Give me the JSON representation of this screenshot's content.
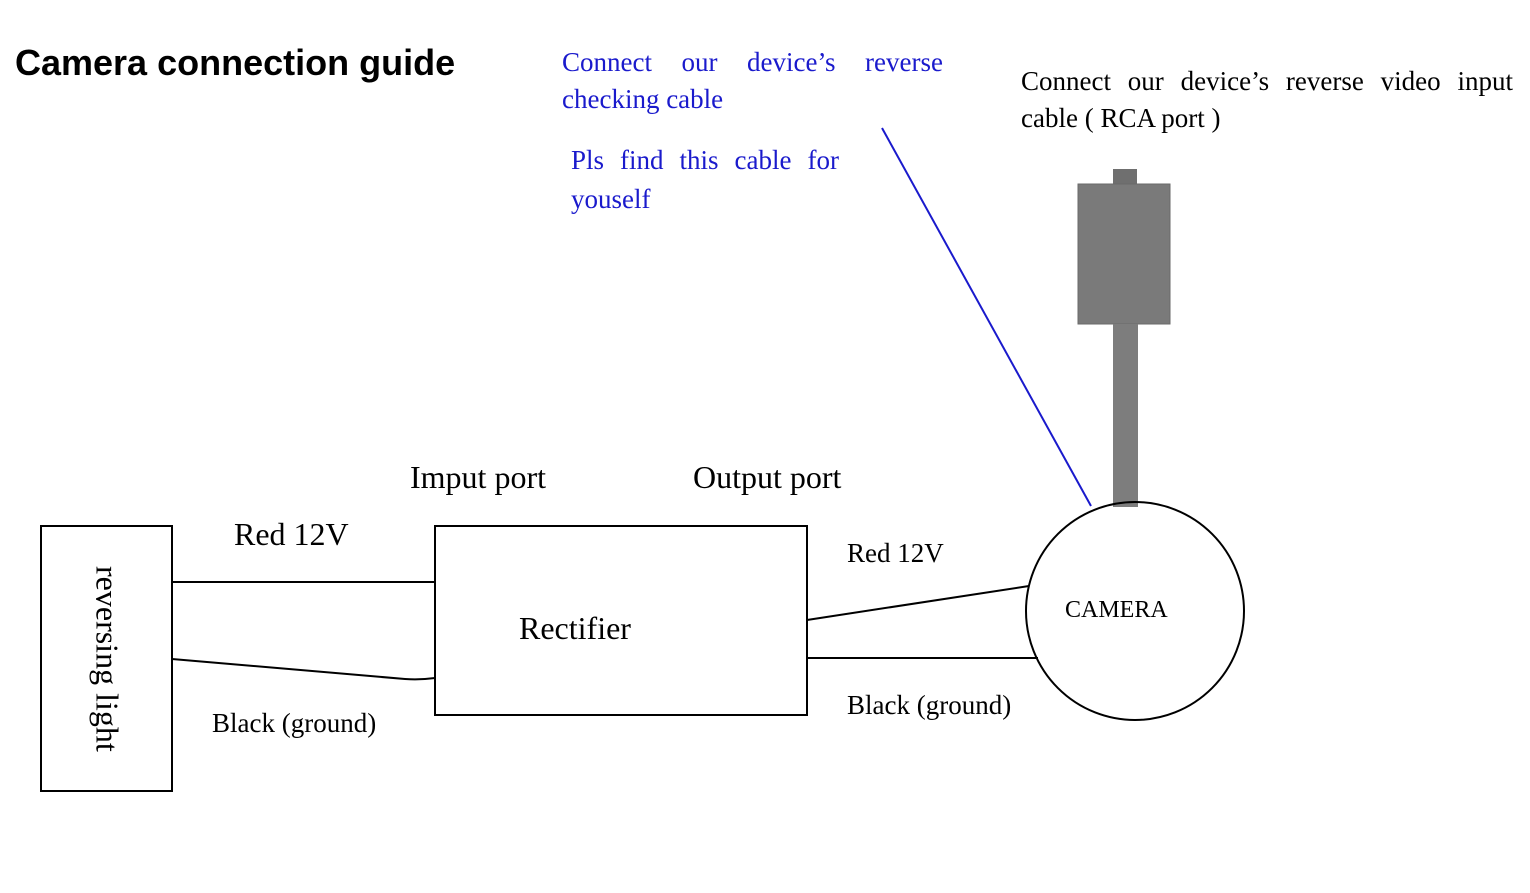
{
  "title": "Camera connection guide",
  "notes": {
    "reverse_checking": "Connect our device’s reverse checking cable",
    "find_cable": "Pls find this cable for youself",
    "video_input": "Connect our device’s reverse video input cable ( RCA port )"
  },
  "components": {
    "reversing_light": "reversing light",
    "rectifier": "Rectifier",
    "camera": "CAMERA",
    "input_port": "Imput port",
    "output_port": "Output port"
  },
  "wires": {
    "left_red": "Red 12V",
    "left_black": "Black (ground)",
    "right_red": "Red 12V",
    "right_black": "Black (ground)"
  },
  "colors": {
    "annotation_blue": "#1a1acc",
    "connector_gray": "#7a7a7a",
    "line_black": "#000000"
  }
}
